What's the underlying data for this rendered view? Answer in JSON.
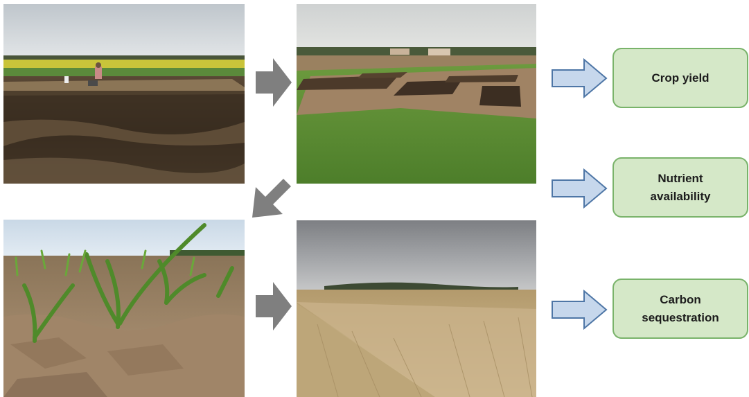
{
  "outcomes": [
    {
      "label": "Crop yield"
    },
    {
      "label": "Nutrient\navailability"
    },
    {
      "label": "Carbon\nsequestration"
    }
  ],
  "colors": {
    "process_arrow": "#7f7f7f",
    "outcome_arrow_fill": "#c6d7ec",
    "outcome_arrow_stroke": "#4e76a6",
    "outcome_box_fill": "#d5e8c8",
    "outcome_box_stroke": "#79b36a"
  },
  "icons": {
    "process_arrow": "right-arrow-icon",
    "return_arrow": "down-left-arrow-icon",
    "outcome_arrow": "right-arrow-outline-icon"
  }
}
